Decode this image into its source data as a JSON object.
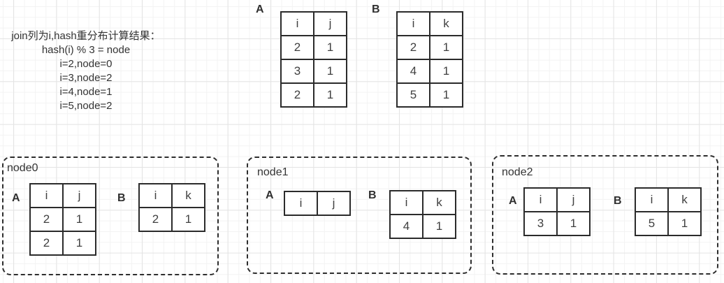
{
  "annotation": {
    "lines": [
      "join列为i,hash重分布计算结果：",
      "hash(i) % 3 = node",
      "i=2,node=0",
      "i=3,node=2",
      "i=4,node=1",
      "i=5,node=2"
    ]
  },
  "source_tables": {
    "a": {
      "label": "A",
      "headers": [
        "i",
        "j"
      ],
      "rows": [
        [
          "2",
          "1"
        ],
        [
          "3",
          "1"
        ],
        [
          "2",
          "1"
        ]
      ]
    },
    "b": {
      "label": "B",
      "headers": [
        "i",
        "k"
      ],
      "rows": [
        [
          "2",
          "1"
        ],
        [
          "4",
          "1"
        ],
        [
          "5",
          "1"
        ]
      ]
    }
  },
  "nodes": [
    {
      "label": "node0",
      "a": {
        "label": "A",
        "headers": [
          "i",
          "j"
        ],
        "rows": [
          [
            "2",
            "1"
          ],
          [
            "2",
            "1"
          ]
        ]
      },
      "b": {
        "label": "B",
        "headers": [
          "i",
          "k"
        ],
        "rows": [
          [
            "2",
            "1"
          ]
        ]
      }
    },
    {
      "label": "node1",
      "a": {
        "label": "A",
        "headers": [
          "i",
          "j"
        ],
        "rows": []
      },
      "b": {
        "label": "B",
        "headers": [
          "i",
          "k"
        ],
        "rows": [
          [
            "4",
            "1"
          ]
        ]
      }
    },
    {
      "label": "node2",
      "a": {
        "label": "A",
        "headers": [
          "i",
          "j"
        ],
        "rows": [
          [
            "3",
            "1"
          ]
        ]
      },
      "b": {
        "label": "B",
        "headers": [
          "i",
          "k"
        ],
        "rows": [
          [
            "5",
            "1"
          ]
        ]
      }
    }
  ],
  "colors": {
    "background": "#ffffff",
    "grid_minor": "#f3f3f3",
    "grid_major": "#e4e4e4",
    "table_border": "#2b2b2b",
    "cell_text": "#404040",
    "label_text": "#333333"
  }
}
